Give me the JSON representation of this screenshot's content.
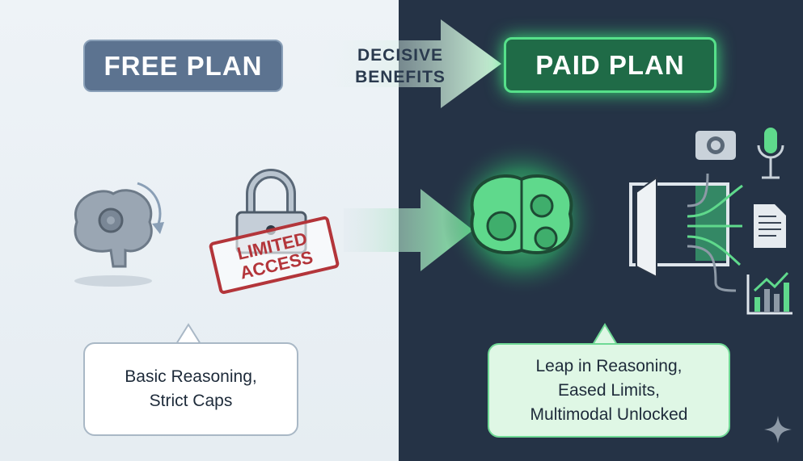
{
  "free_plan": {
    "title": "FREE PLAN",
    "stamp": "LIMITED ACCESS",
    "stamp_line1": "LIMITED",
    "stamp_line2": "ACCESS",
    "caption_line1": "Basic Reasoning,",
    "caption_line2": "Strict Caps"
  },
  "transition": {
    "line1": "DECISIVE",
    "line2": "BENEFITS"
  },
  "paid_plan": {
    "title": "PAID PLAN",
    "caption_line1": "Leap in Reasoning,",
    "caption_line2": "Eased Limits,",
    "caption_line3": "Multimodal Unlocked"
  },
  "colors": {
    "free_bg": "#eef3f7",
    "paid_bg": "#253346",
    "accent_green": "#56e08a",
    "stamp_red": "#b3353a",
    "free_badge": "#5c7390"
  }
}
